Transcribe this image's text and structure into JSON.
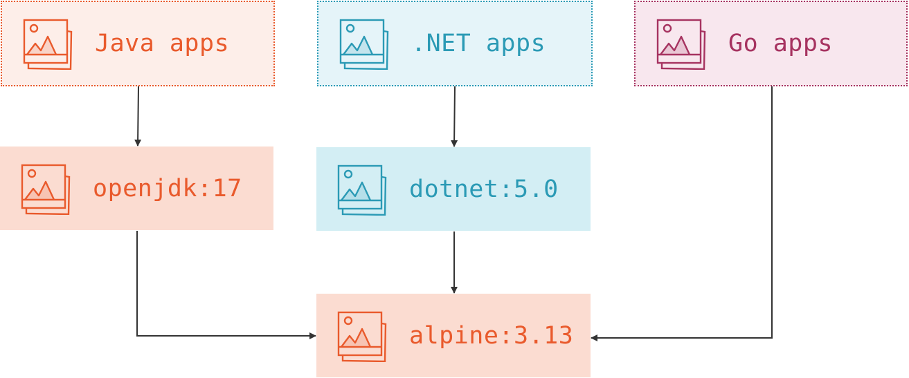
{
  "nodes": {
    "java_apps": {
      "label": "Java apps",
      "icon": "image-stack-icon"
    },
    "dotnet_apps": {
      "label": ".NET apps",
      "icon": "image-stack-icon"
    },
    "go_apps": {
      "label": "Go apps",
      "icon": "image-stack-icon"
    },
    "openjdk": {
      "label": "openjdk:17",
      "icon": "image-stack-icon"
    },
    "dotnet": {
      "label": "dotnet:5.0",
      "icon": "image-stack-icon"
    },
    "alpine": {
      "label": "alpine:3.13",
      "icon": "image-stack-icon"
    }
  },
  "edges": [
    {
      "from": "java_apps",
      "to": "openjdk"
    },
    {
      "from": "dotnet_apps",
      "to": "dotnet"
    },
    {
      "from": "openjdk",
      "to": "alpine"
    },
    {
      "from": "dotnet",
      "to": "alpine"
    },
    {
      "from": "go_apps",
      "to": "alpine"
    }
  ],
  "colors": {
    "java_orange": "#e95a2c",
    "java_apps_fill": "#fdeee9",
    "java_base_fill": "#fbdcd1",
    "dotnet_teal": "#2b9ab5",
    "dotnet_apps_fill": "#e5f4f9",
    "dotnet_base_fill": "#d3eef4",
    "go_magenta": "#a63360",
    "go_apps_fill": "#f8e7ee",
    "arrow": "#333333"
  }
}
